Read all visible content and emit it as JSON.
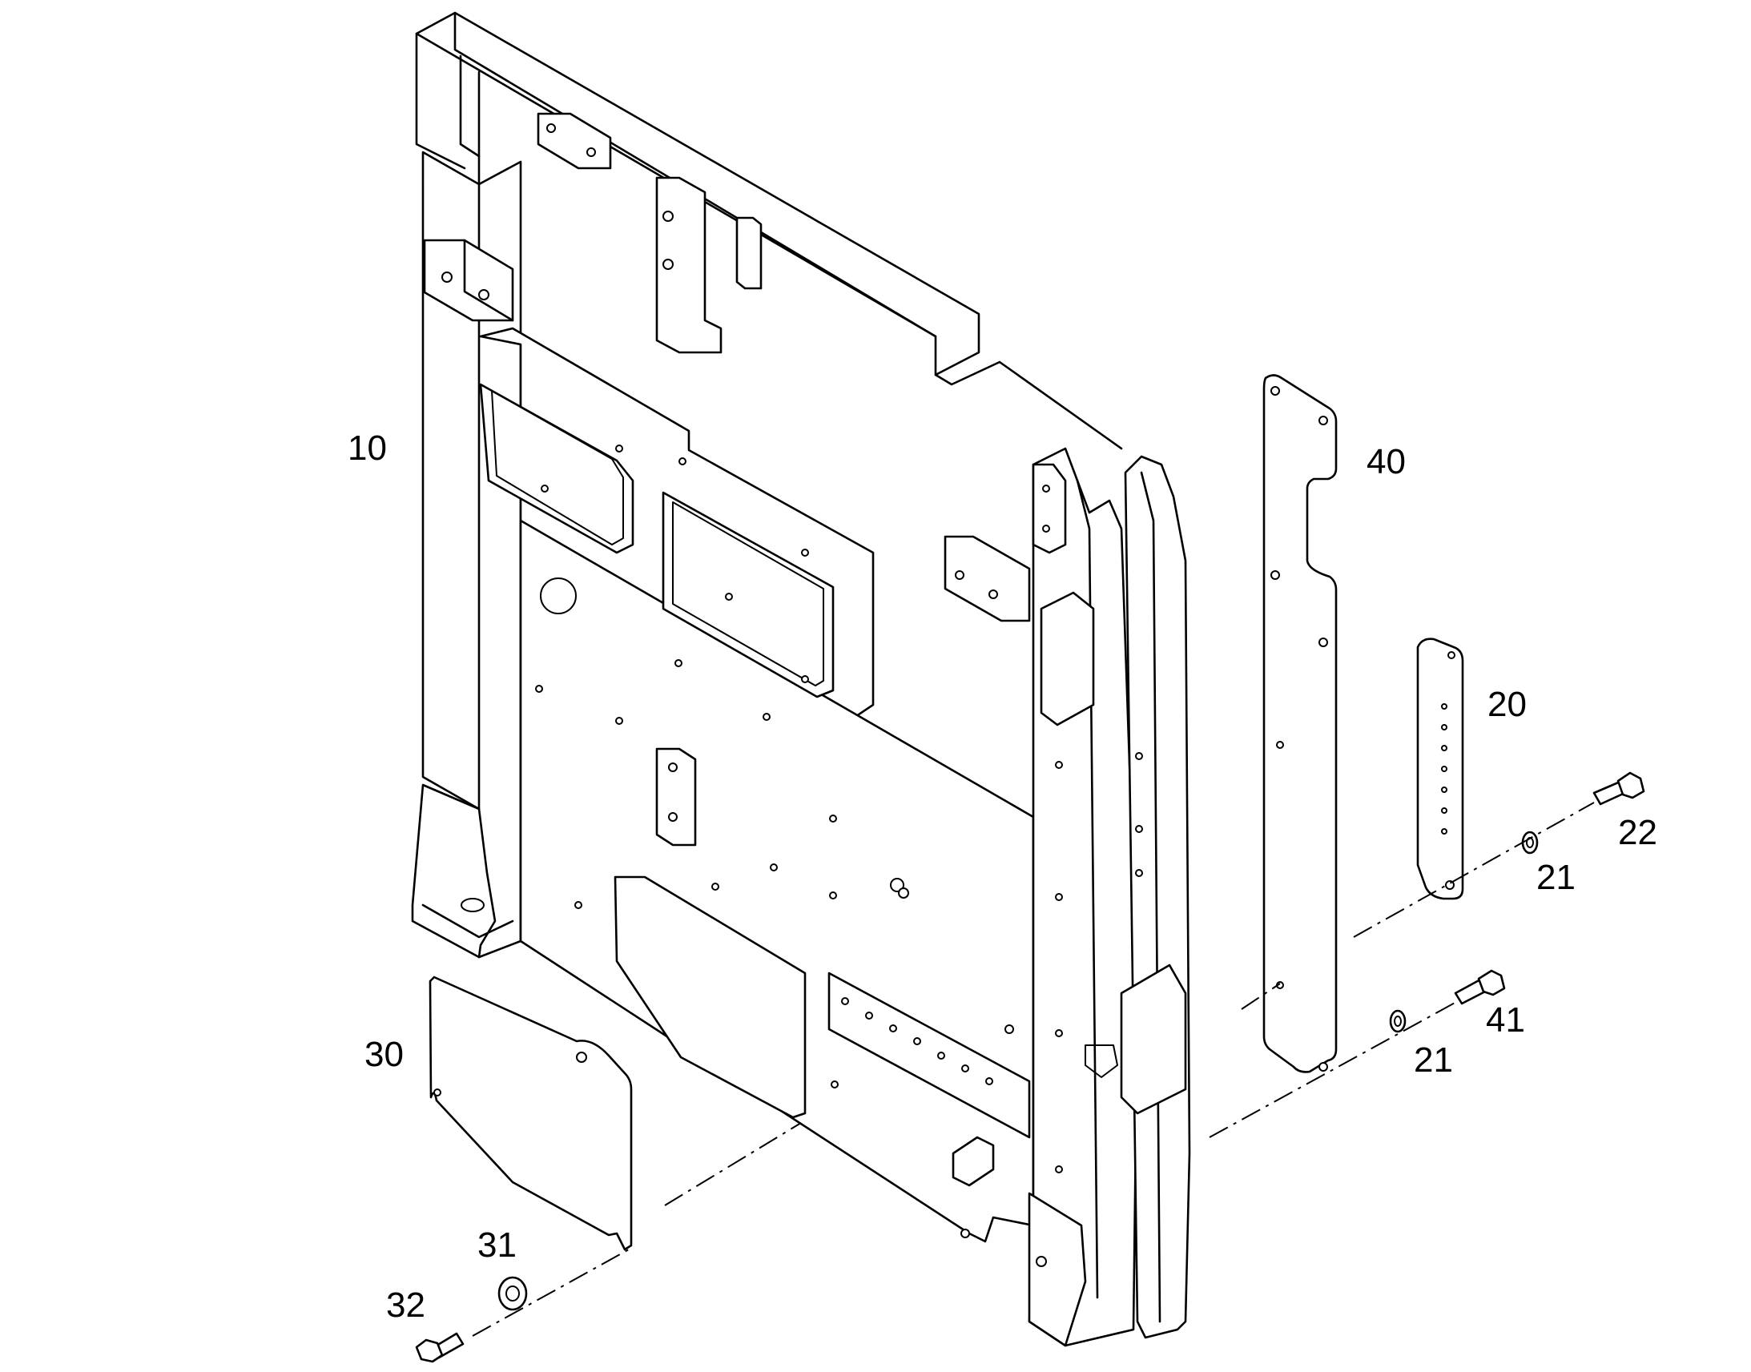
{
  "callouts": [
    {
      "id": "c10",
      "label": "10",
      "part": "main-frame"
    },
    {
      "id": "c40",
      "label": "40",
      "part": "side-plate"
    },
    {
      "id": "c20",
      "label": "20",
      "part": "spacer-bar"
    },
    {
      "id": "c22",
      "label": "22",
      "part": "bolt"
    },
    {
      "id": "c21a",
      "label": "21",
      "part": "washer"
    },
    {
      "id": "c41",
      "label": "41",
      "part": "bolt"
    },
    {
      "id": "c21b",
      "label": "21",
      "part": "washer"
    },
    {
      "id": "c30",
      "label": "30",
      "part": "cover-plate"
    },
    {
      "id": "c31",
      "label": "31",
      "part": "washer"
    },
    {
      "id": "c32",
      "label": "32",
      "part": "bolt"
    }
  ],
  "colors": {
    "line": "#000000",
    "background": "#ffffff"
  }
}
